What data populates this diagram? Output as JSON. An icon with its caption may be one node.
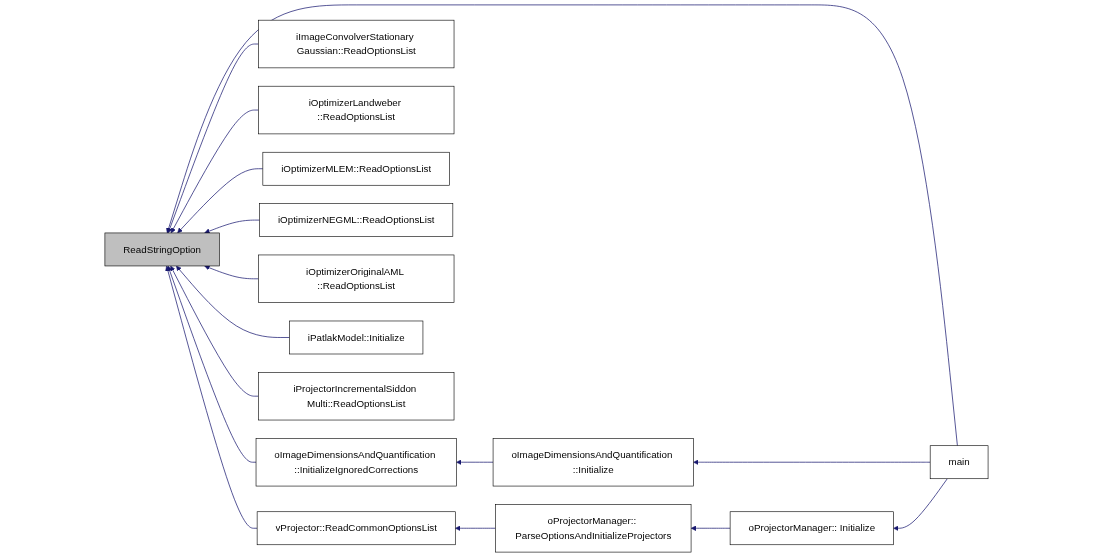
{
  "diagram": {
    "nodes": [
      {
        "text": [
          "ReadStringOption"
        ]
      },
      {
        "text": [
          "iImageConvolverStationary Gaussian::ReadOptionsList"
        ]
      },
      {
        "text": [
          "iOptimizerLandweber ::ReadOptionsList"
        ]
      },
      {
        "text": [
          "iOptimizerMLEM::ReadOptionsList"
        ]
      },
      {
        "text": [
          "iOptimizerNEGML::ReadOptionsList"
        ]
      },
      {
        "text": [
          "iOptimizerOriginalAML ::ReadOptionsList"
        ]
      },
      {
        "text": [
          "iPatlakModel::Initialize"
        ]
      },
      {
        "text": [
          "iProjectorIncrementalSiddon Multi::ReadOptionsList"
        ]
      },
      {
        "text": [
          "oImageDimensionsAndQuantification ::InitializeIgnoredCorrections"
        ]
      },
      {
        "text": [
          "vProjector::ReadCommonOptionsList"
        ]
      },
      {
        "text": [
          "oImageDimensionsAndQuantification ::Initialize"
        ]
      },
      {
        "text": [
          "oProjectorManager:: ParseOptionsAndInitializeProjectors"
        ]
      },
      {
        "text": [
          "oProjectorManager:: Initialize"
        ]
      },
      {
        "text": [
          "main"
        ]
      }
    ],
    "edges": [
      {
        "from": 13,
        "to": 0,
        "arrow": "to"
      },
      {
        "from": 1,
        "to": 0,
        "arrow": "to"
      },
      {
        "from": 2,
        "to": 0,
        "arrow": "to"
      },
      {
        "from": 3,
        "to": 0,
        "arrow": "to"
      },
      {
        "from": 4,
        "to": 0,
        "arrow": "to"
      },
      {
        "from": 5,
        "to": 0,
        "arrow": "to"
      },
      {
        "from": 6,
        "to": 0,
        "arrow": "to"
      },
      {
        "from": 7,
        "to": 0,
        "arrow": "to"
      },
      {
        "from": 8,
        "to": 0,
        "arrow": "to"
      },
      {
        "from": 9,
        "to": 0,
        "arrow": "to"
      },
      {
        "from": 10,
        "to": 8,
        "arrow": "to"
      },
      {
        "from": 11,
        "to": 9,
        "arrow": "to"
      },
      {
        "from": 12,
        "to": 11,
        "arrow": "to"
      },
      {
        "from": 13,
        "to": 10,
        "arrow": "to"
      },
      {
        "from": 13,
        "to": 12,
        "arrow": "to"
      }
    ]
  }
}
